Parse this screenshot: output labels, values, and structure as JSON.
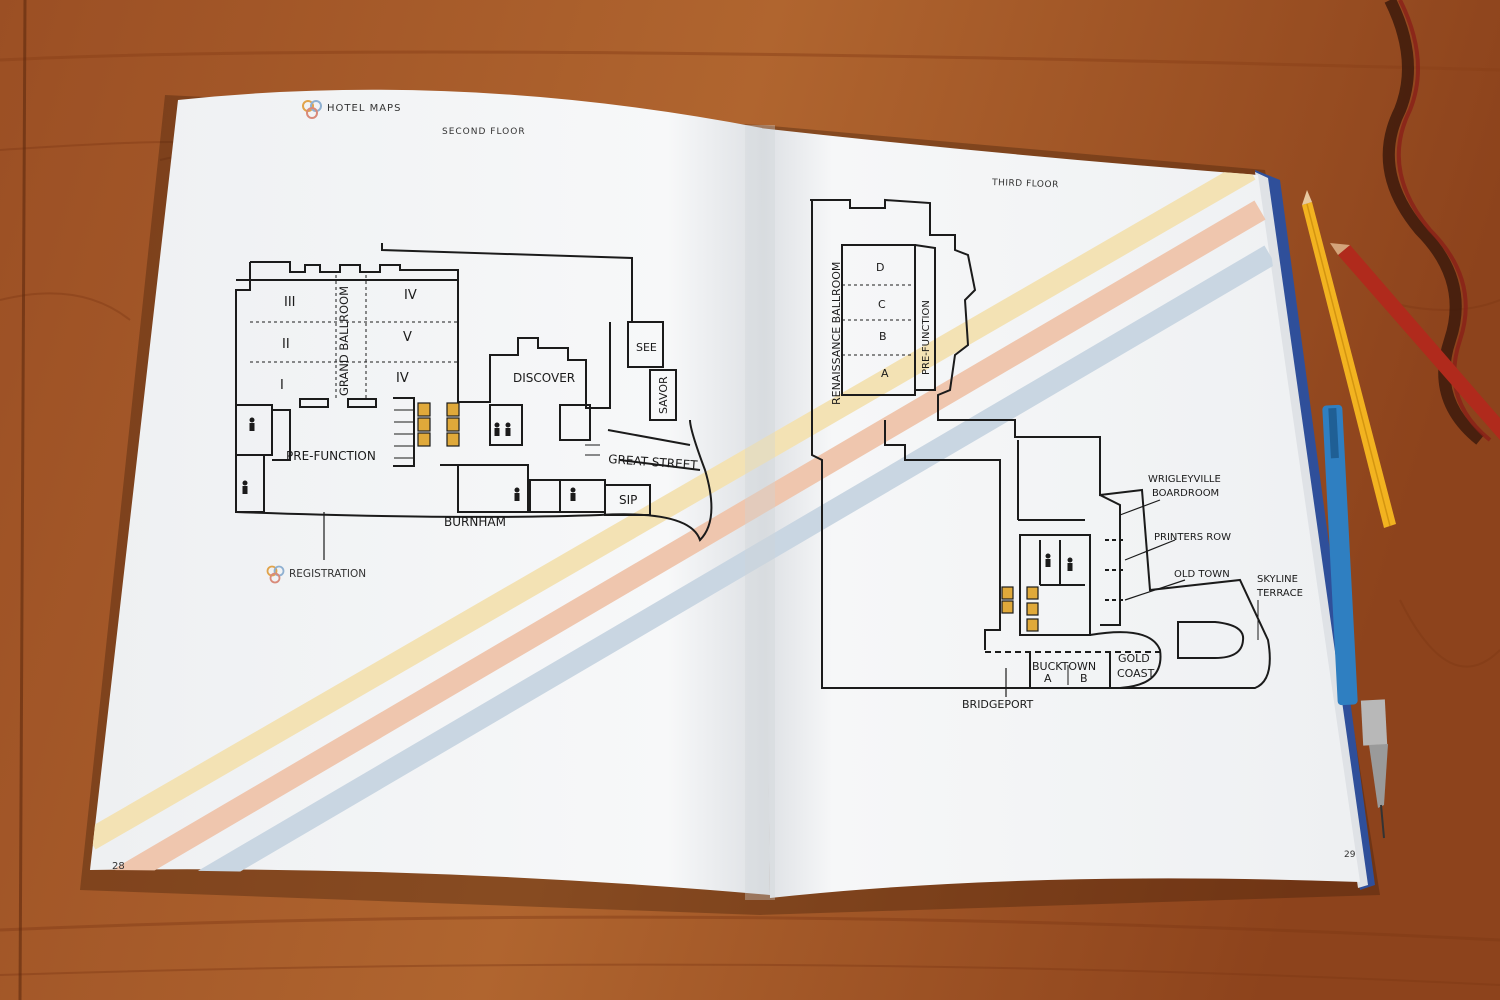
{
  "colors": {
    "table": "#a4582a",
    "table_dark": "#7a3b17",
    "page": "#f6f7f8",
    "page_shade": "#e4e6ea",
    "line": "#1b1b1b",
    "stripe_yellow": "#f3e2b4",
    "stripe_peach": "#efc6ae",
    "stripe_blue": "#c9d6e2",
    "elevator": "#e0a93a",
    "logo": [
      "#e1a34a",
      "#8fb0d1",
      "#d98a79"
    ]
  },
  "left_page": {
    "header": "HOTEL MAPS",
    "floor_title": "SECOND FLOOR",
    "page_number": "28",
    "rooms": {
      "r3": "III",
      "r2": "II",
      "r1": "I",
      "r4a": "IV",
      "r5": "V",
      "r4b": "IV",
      "grand_ballroom": "GRAND BALLROOM",
      "pre_function": "PRE-FUNCTION",
      "discover": "DISCOVER",
      "see": "SEE",
      "savor": "SAVOR",
      "great_street": "GREAT STREET",
      "sip": "SIP",
      "burnham": "BURNHAM"
    },
    "registration": "REGISTRATION"
  },
  "right_page": {
    "floor_title": "THIRD FLOOR",
    "page_number": "29",
    "rooms": {
      "d": "D",
      "c": "C",
      "b": "B",
      "a": "A",
      "renaissance_ballroom": "RENAISSANCE BALLROOM",
      "pre_function": "PRE-FUNCTION",
      "wrigleyville_1": "WRIGLEYVILLE",
      "wrigleyville_2": "BOARDROOM",
      "printers_row": "PRINTERS ROW",
      "old_town": "OLD TOWN",
      "skyline_1": "SKYLINE",
      "skyline_2": "TERRACE",
      "bucktown": "BUCKTOWN",
      "bucktown_a": "A",
      "bucktown_b": "B",
      "gold": "GOLD",
      "coast": "COAST",
      "bridgeport": "BRIDGEPORT"
    }
  },
  "props": [
    "yellow-pencil",
    "red-pencil",
    "blue-mechanical-pencil"
  ]
}
